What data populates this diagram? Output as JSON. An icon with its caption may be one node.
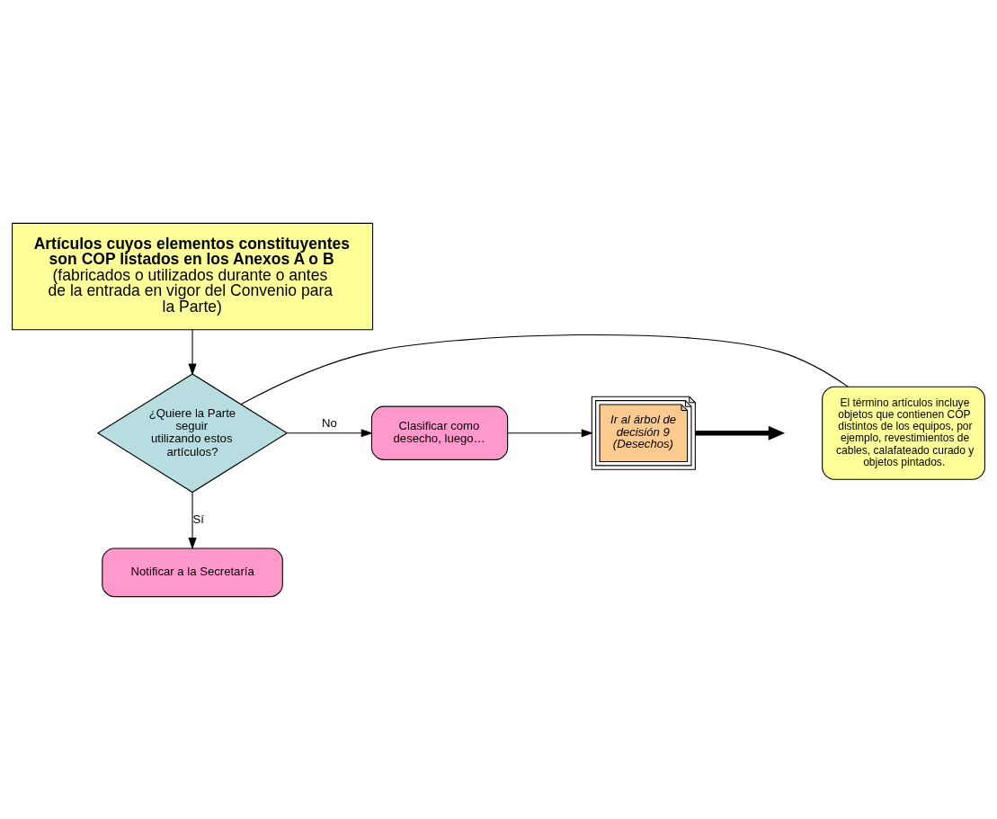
{
  "diagram": {
    "nodes": [
      {
        "text": [
          "Artículos cuyos elementos constituyentes son COP listados en los Anexos A o B",
          "(fabricados o utilizados durante o antes de la entrada en vigor del Convenio para la Parte)"
        ]
      },
      {
        "text": [
          "El término artículos incluye objetos que contienen COP distintos de los equipos, por ejemplo, revestimientos de cables, calafateado curado y objetos pintados."
        ]
      },
      {
        "text": [
          "¿Quiere la Parte seguir utilizando estos artículos?"
        ]
      },
      {
        "text": [
          "Clasificar como desecho, luego…"
        ]
      },
      {
        "text": [
          "Ir al árbol de decisión 9 (Desechos)"
        ]
      },
      {
        "text": [
          "Notificar a la Secretaría"
        ]
      }
    ],
    "edges": [
      {
        "from": 0,
        "to": 2,
        "arrow": "to"
      },
      {
        "from": 1,
        "to": 2,
        "arrow": "none"
      },
      {
        "from": 2,
        "to": 3,
        "arrow": "to",
        "label": "No"
      },
      {
        "from": 3,
        "to": 4,
        "arrow": "to"
      },
      {
        "from": 4,
        "to": null,
        "arrow": "to",
        "style": "thick"
      },
      {
        "from": 2,
        "to": 5,
        "arrow": "to",
        "label": "Sí"
      }
    ]
  }
}
